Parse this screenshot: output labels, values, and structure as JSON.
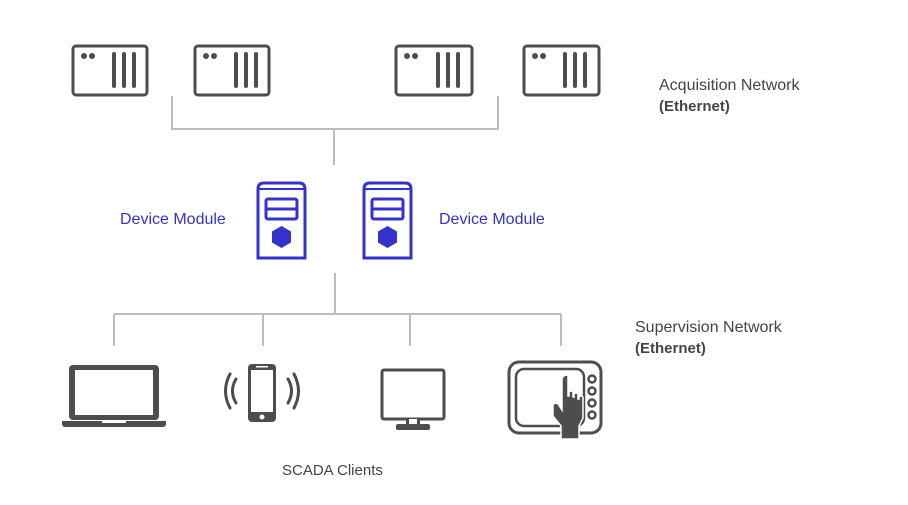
{
  "colors": {
    "device_gray": "#4d4d4d",
    "line_gray": "#bdbdbd",
    "module_blue": "#3333cc",
    "text_gray": "#444444"
  },
  "acquisition": {
    "title": "Acquisition Network",
    "subtitle": "(Ethernet)",
    "devices": [
      {
        "icon": "io-module-icon"
      },
      {
        "icon": "io-module-icon"
      },
      {
        "icon": "io-module-icon"
      },
      {
        "icon": "io-module-icon"
      }
    ]
  },
  "modules": [
    {
      "label": "Device Module",
      "icon": "server-module-icon"
    },
    {
      "label": "Device Module",
      "icon": "server-module-icon"
    }
  ],
  "supervision": {
    "title": "Supervision Network",
    "subtitle": "(Ethernet)",
    "clients_label": "SCADA Clients",
    "clients": [
      {
        "icon": "laptop-icon"
      },
      {
        "icon": "smartphone-icon"
      },
      {
        "icon": "monitor-icon"
      },
      {
        "icon": "touch-panel-icon"
      }
    ]
  }
}
